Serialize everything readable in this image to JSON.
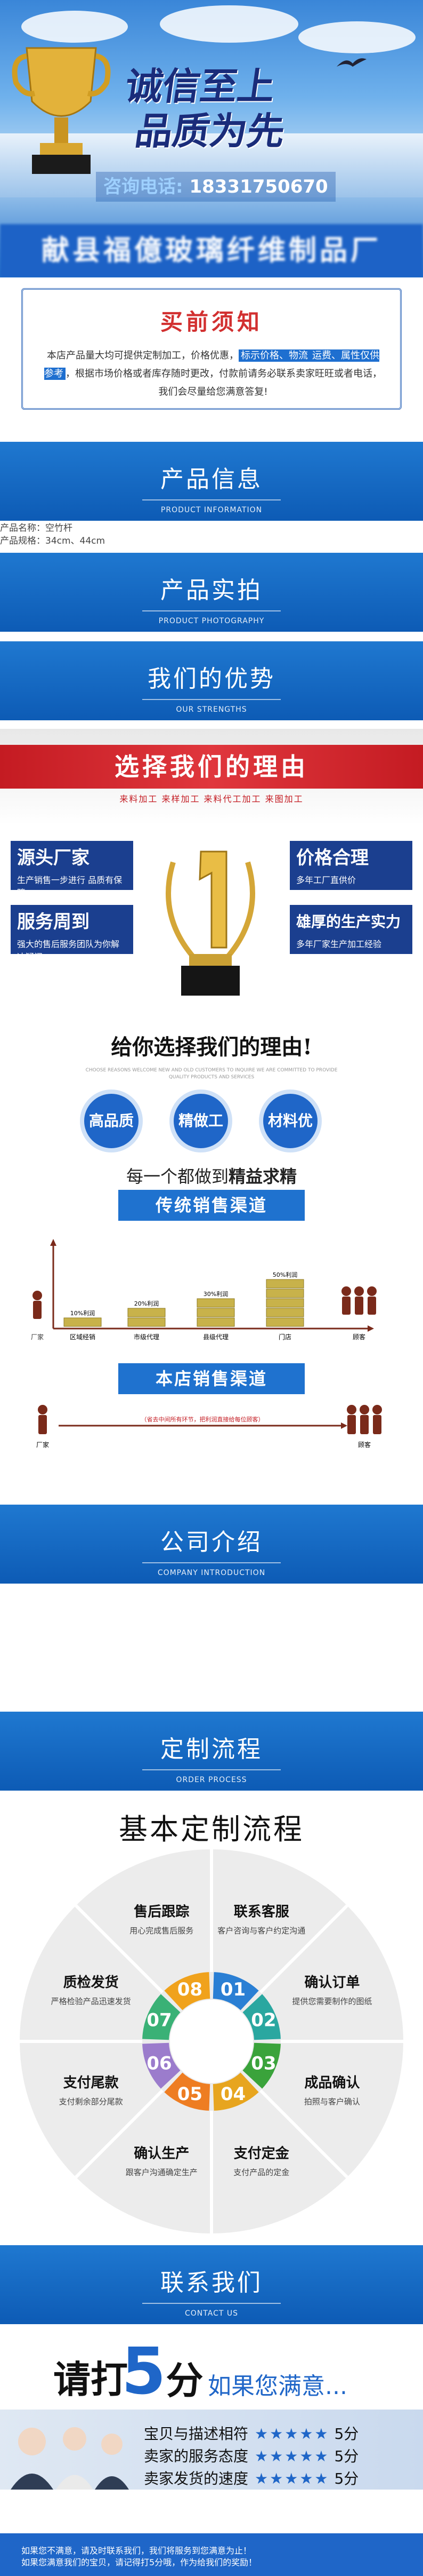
{
  "hero": {
    "slogan_line1": "诚信至上",
    "slogan_line2": "品质为先",
    "phone_label": "咨询电话:",
    "phone_number": "18331750670",
    "factory_name": "献县福億玻璃纤维制品厂"
  },
  "notice": {
    "title": "买前须知",
    "text_a": "本店产品量大均可提供定制加工，价格优惠，",
    "hl1": "标示价格、物流",
    "hl2": "运费、属性仅供参考",
    "text_b": "，根据市场价格或者库存随时更改，付款前",
    "text_c": "请务必联系卖家旺旺或者电话，我们会尽量给您满意答复!"
  },
  "sections": {
    "product_info": {
      "title": "产品信息",
      "subtitle": "PRODUCT INFORMATION"
    },
    "product_photo": {
      "title": "产品实拍",
      "subtitle": "PRODUCT PHOTOGRAPHY"
    },
    "advantages": {
      "title": "我们的优势",
      "subtitle": "OUR STRENGTHS"
    },
    "company": {
      "title": "公司介绍",
      "subtitle": "COMPANY INTRODUCTION"
    },
    "custom": {
      "title": "定制流程",
      "subtitle": "ORDER PROCESS"
    },
    "contact": {
      "title": "联系我们",
      "subtitle": "CONTACT US"
    }
  },
  "specs": {
    "name": "产品名称：空竹杆",
    "size": "产品规格：34cm、44cm"
  },
  "reasons": {
    "title": "选择我们的理由",
    "subtitle": "来料加工  来样加工  来料代工加工  来图加工",
    "cards": [
      {
        "h": "源头厂家",
        "d": "生产销售一步进行 品质有保障"
      },
      {
        "h": "价格合理",
        "d": "多年工厂直供价"
      },
      {
        "h": "服务周到",
        "d": "强大的售后服务团队为你解决疑问"
      },
      {
        "h": "雄厚的生产实力",
        "d": "多年厂家生产加工经验"
      }
    ]
  },
  "why": {
    "title": "给你选择我们的理由!",
    "small": "CHOOSE REASONS  WELCOME NEW AND OLD CUSTOMERS TO INQUIRE  WE ARE COMMITTED TO PROVIDE QUALITY PRODUCTS AND SERVICES",
    "circles": [
      "高品质",
      "精做工",
      "材料优"
    ],
    "slogan_a": "每一个都做到",
    "slogan_b": "精益求精"
  },
  "channels": {
    "traditional": "传统销售渠道",
    "ours": "本店销售渠道",
    "factory": "厂家",
    "customer": "顾客",
    "steps": [
      "区域经销",
      "市级代理",
      "县级代理",
      "门店"
    ],
    "pct": [
      "10%利润",
      "20%利润",
      "30%利润",
      "50%利润"
    ],
    "note": "（省去中间所有环节，把利润直接给每位顾客）"
  },
  "flow": {
    "title": "基本定制流程",
    "steps": [
      {
        "num": "01",
        "h": "联系客服",
        "d": "客户咨询与客户约定沟通"
      },
      {
        "num": "02",
        "h": "确认订单",
        "d": "提供您需要制作的图纸"
      },
      {
        "num": "03",
        "h": "成品确认",
        "d": "拍照与客户确认"
      },
      {
        "num": "04",
        "h": "支付定金",
        "d": "支付产品的定金"
      },
      {
        "num": "05",
        "h": "确认生产",
        "d": "跟客户沟通确定生产"
      },
      {
        "num": "06",
        "h": "支付尾款",
        "d": "支付剩余部分尾款"
      },
      {
        "num": "07",
        "h": "质检发货",
        "d": "严格检验产品迅速发货"
      },
      {
        "num": "08",
        "h": "售后跟踪",
        "d": "用心完成售后服务"
      }
    ],
    "colors": [
      "#2a7fd4",
      "#2aa7a0",
      "#3aa33b",
      "#e7a51f",
      "#ee7d22",
      "#9b7ccc",
      "#3ab176",
      "#f0a21c"
    ]
  },
  "rating": {
    "big": "请打",
    "five": "5",
    "fen": "分",
    "ifsat": "如果您满意...",
    "rows": [
      {
        "label": "宝贝与描述相符",
        "score": "5分"
      },
      {
        "label": "卖家的服务态度",
        "score": "5分"
      },
      {
        "label": "卖家发货的速度",
        "score": "5分"
      }
    ],
    "stars": "★★★★★",
    "foot1": "如果您不满意，请及时联系我们，我们将服务到您满意为止！",
    "foot2": "如果您满意我们的宝贝，请记得打5分哦，作为给我们的奖励！"
  }
}
